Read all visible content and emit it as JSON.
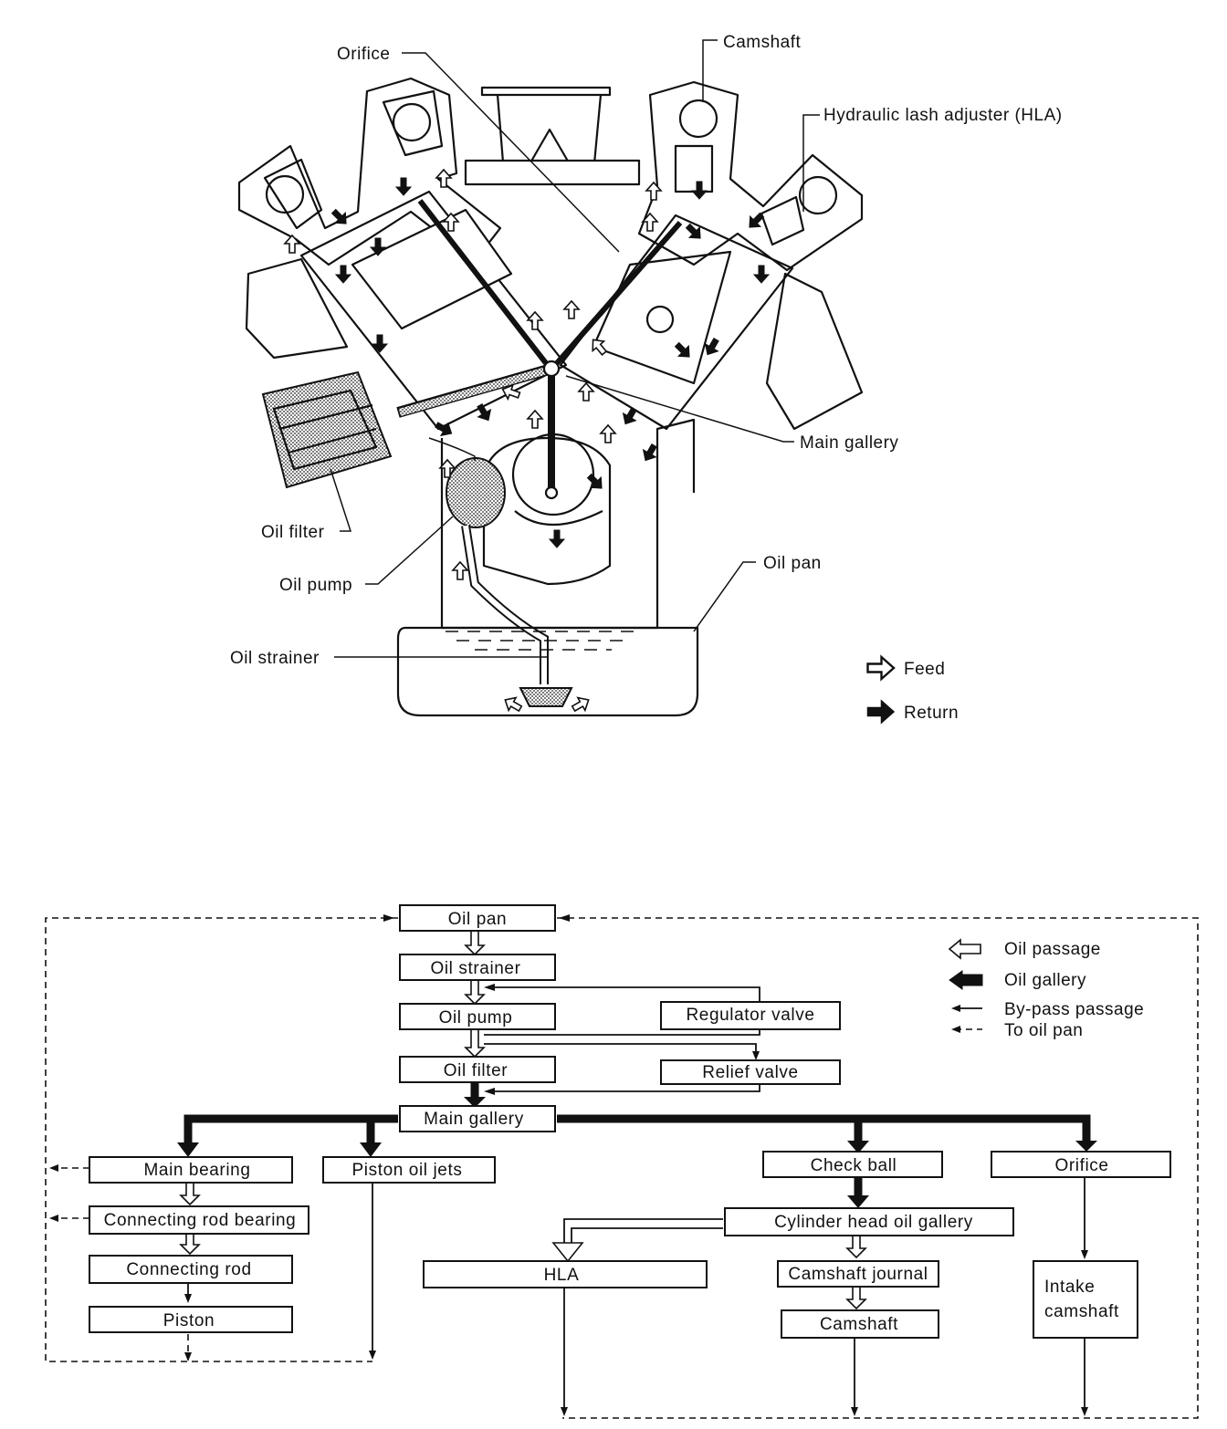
{
  "engine_labels": {
    "orifice": "Orifice",
    "camshaft": "Camshaft",
    "hla": "Hydraulic lash adjuster (HLA)",
    "main_gallery": "Main gallery",
    "oil_filter": "Oil filter",
    "oil_pump": "Oil pump",
    "oil_pan": "Oil pan",
    "oil_strainer": "Oil strainer"
  },
  "engine_legend": {
    "feed": "Feed",
    "return": "Return"
  },
  "flow_boxes": {
    "oil_pan": "Oil pan",
    "oil_strainer": "Oil strainer",
    "oil_pump": "Oil pump",
    "oil_filter": "Oil filter",
    "regulator_valve": "Regulator valve",
    "relief_valve": "Relief valve",
    "main_gallery": "Main gallery",
    "main_bearing": "Main bearing",
    "connecting_rod_bearing": "Connecting rod bearing",
    "connecting_rod": "Connecting rod",
    "piston": "Piston",
    "piston_oil_jets": "Piston oil jets",
    "check_ball": "Check ball",
    "orifice": "Orifice",
    "cylinder_head_oil_gallery": "Cylinder head oil gallery",
    "hla": "HLA",
    "camshaft_journal": "Camshaft journal",
    "camshaft": "Camshaft",
    "intake_camshaft_line1": "Intake",
    "intake_camshaft_line2": "camshaft"
  },
  "flow_legend": {
    "oil_passage": "Oil passage",
    "oil_gallery": "Oil gallery",
    "bypass": "By-pass passage",
    "to_oil_pan": "To oil pan"
  }
}
